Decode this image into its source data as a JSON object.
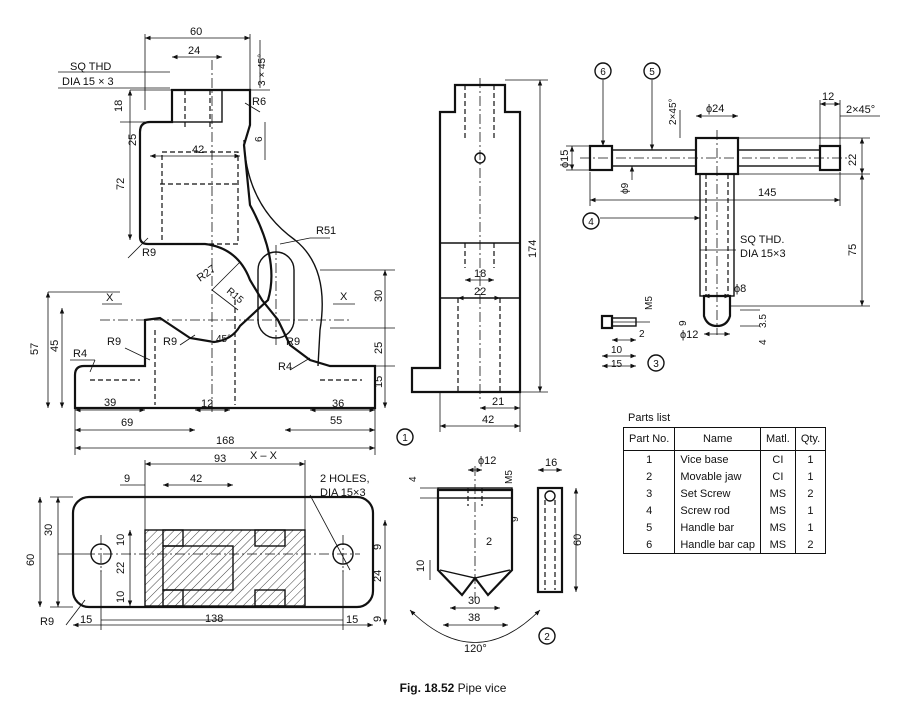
{
  "figure": {
    "caption_number": "Fig. 18.52",
    "caption_title": "Pipe vice"
  },
  "part_markers": [
    "1",
    "2",
    "3",
    "4",
    "5",
    "6"
  ],
  "front_view": {
    "top_width": "60",
    "jaw_width": "24",
    "chamfer": "3 × 45°",
    "thread_note_line1": "SQ THD",
    "thread_note_line2": "DIA 15 × 3",
    "r6": "R6",
    "d18": "18",
    "d25": "25",
    "d42": "42",
    "d6": "6",
    "d72": "72",
    "r9_left": "R9",
    "r51": "R51",
    "r27": "R27",
    "r15": "R15",
    "x_left": "X",
    "x_right": "X",
    "d30": "30",
    "d57": "57",
    "d45": "45",
    "r4_left": "R4",
    "r9_a": "R9",
    "r9_b": "R9",
    "angle45": "45°",
    "r9_slot": "R9",
    "r4_right": "R4",
    "d25b": "25",
    "d15": "15",
    "d39": "39",
    "d12": "12",
    "d36": "36",
    "d69": "69",
    "d55": "55",
    "d168": "168"
  },
  "side_view": {
    "d174": "174",
    "d18": "18",
    "d22": "22",
    "d21": "21",
    "d42": "42"
  },
  "plan_view": {
    "section_label": "X – X",
    "d93": "93",
    "d9": "9",
    "d42": "42",
    "holes_line1": "2 HOLES,",
    "holes_line2": "DIA 15×3",
    "d30": "30",
    "d60": "60",
    "d10a": "10",
    "d22": "22",
    "d10b": "10",
    "r9": "R9",
    "d15a": "15",
    "d138": "138",
    "d15b": "15",
    "d9a": "9",
    "d24": "24",
    "d9b": "9"
  },
  "screw_assembly": {
    "d2x45a": "2×45°",
    "dia24": "ϕ24",
    "d12": "12",
    "d2x45b": "2×45°",
    "dia15": "ϕ15",
    "dia9": "ϕ9",
    "d145": "145",
    "d22": "22",
    "thread_line1": "SQ THD.",
    "thread_line2": "DIA 15×3",
    "d75": "75",
    "dia8": "ϕ8",
    "m5": "M5",
    "d9": "9",
    "dia12": "ϕ12",
    "d4": "4",
    "d35": "3.5",
    "d2": "2",
    "d10": "10",
    "d15": "15"
  },
  "jaw_views": {
    "dia12": "ϕ12",
    "m5": "M5",
    "d4": "4",
    "d16": "16",
    "d9": "9",
    "d2": "2",
    "d10": "10",
    "d30": "30",
    "d38": "38",
    "d60": "60",
    "angle": "120°"
  },
  "parts_list": {
    "title": "Parts list",
    "headers": [
      "Part No.",
      "Name",
      "Matl.",
      "Qty."
    ],
    "rows": [
      [
        "1",
        "Vice base",
        "CI",
        "1"
      ],
      [
        "2",
        "Movable jaw",
        "CI",
        "1"
      ],
      [
        "3",
        "Set Screw",
        "MS",
        "2"
      ],
      [
        "4",
        "Screw rod",
        "MS",
        "1"
      ],
      [
        "5",
        "Handle bar",
        "MS",
        "1"
      ],
      [
        "6",
        "Handle bar cap",
        "MS",
        "2"
      ]
    ]
  }
}
